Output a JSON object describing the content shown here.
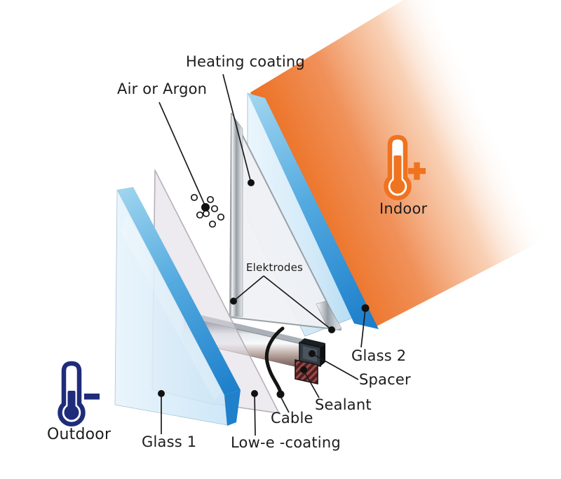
{
  "figure": {
    "title_hint": "exploded diagram of a heated insulating double-glazing unit",
    "labels": {
      "heating_coating": "Heating coating",
      "air_or_argon": "Air or Argon",
      "elektrodes": "Elektrodes",
      "indoor": "Indoor",
      "outdoor": "Outdoor",
      "glass_2": "Glass 2",
      "spacer": "Spacer",
      "sealant": "Sealant",
      "cable": "Cable",
      "glass_1": "Glass 1",
      "low_e_coating": "Low-e -coating"
    },
    "icons": {
      "indoor": "thermometer-plus-icon",
      "outdoor": "thermometer-minus-icon"
    },
    "colors": {
      "indoor_accent": "#f0731f",
      "outdoor_accent": "#1f2c7b",
      "heat_beam_orange": "#ec6e1e",
      "glass_edge_blue": "#2b8ad1",
      "glass_face_blue": "#cfe7f8",
      "low_e_face_lavender": "#ded8e3",
      "heating_pane_face": "#eff1f4",
      "electrode_silver": "#9aa1a8",
      "spacer_steel": "#c9ccd1",
      "sealant_maroon": "#5a2424",
      "line_black": "#1b1b1b",
      "background": "#ffffff"
    }
  }
}
